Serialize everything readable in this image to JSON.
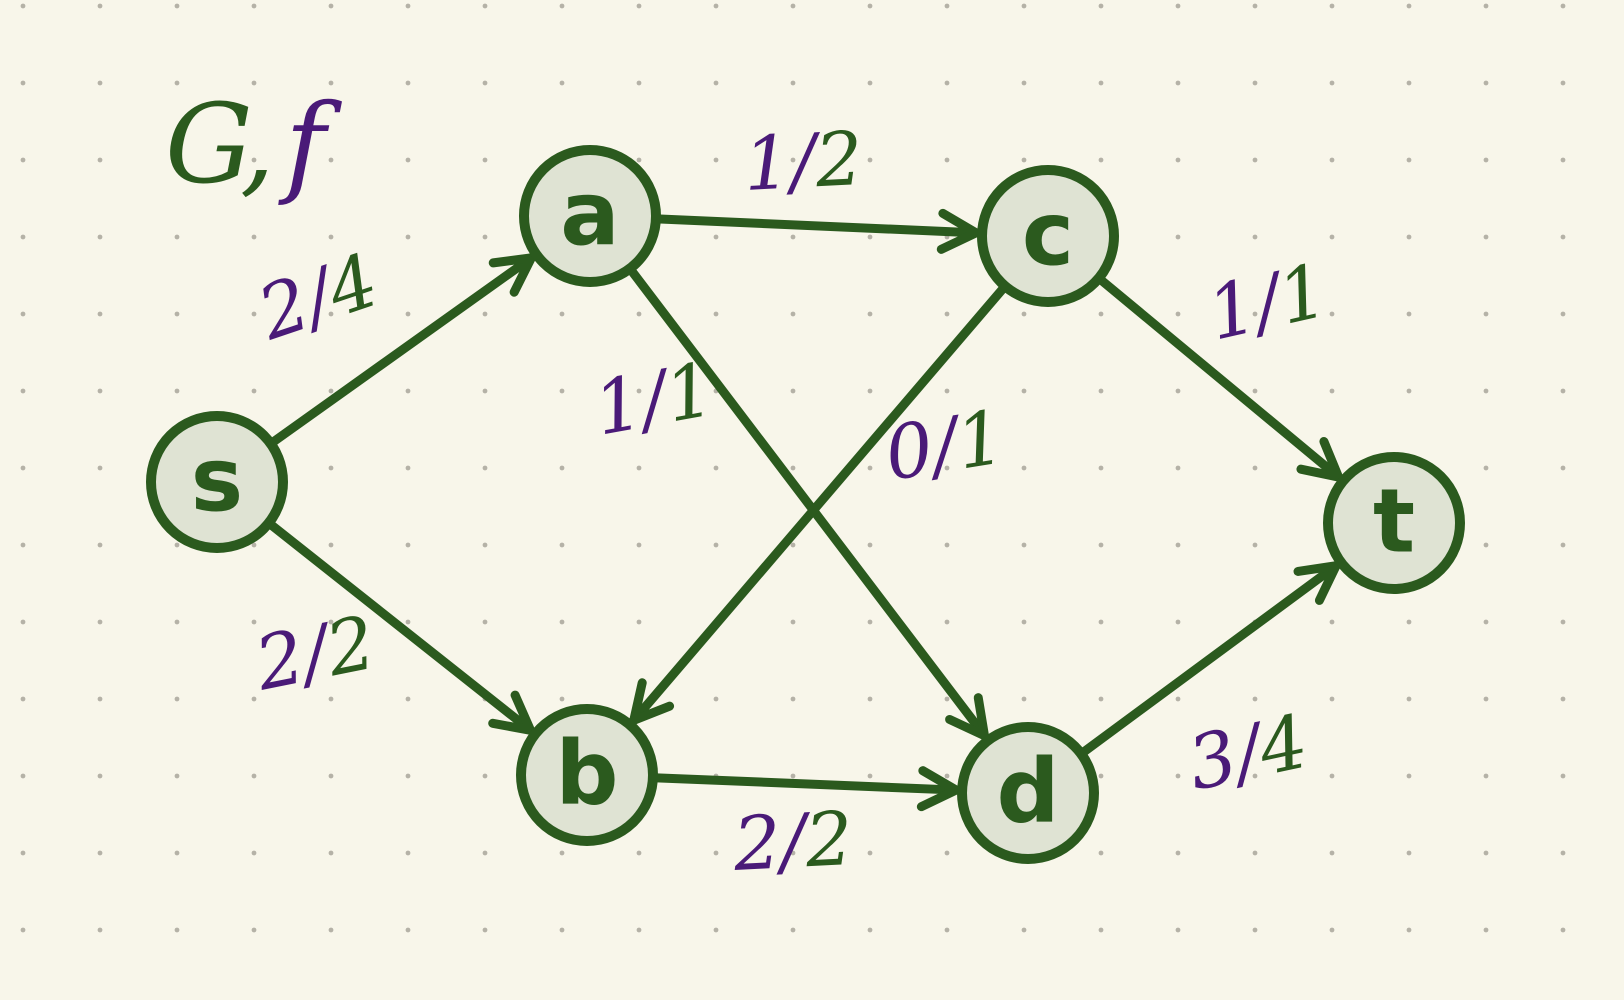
{
  "title": {
    "graph": "G",
    "separator": ",",
    "flow": "f"
  },
  "colors": {
    "background": "#f8f6ea",
    "edge": "#2b5a1e",
    "node_fill": "#dfe3d3",
    "flow_ink": "#4a1a78",
    "grid_dot": "#b5b2a7"
  },
  "nodes": [
    {
      "id": "s",
      "label": "s"
    },
    {
      "id": "a",
      "label": "a"
    },
    {
      "id": "b",
      "label": "b"
    },
    {
      "id": "c",
      "label": "c"
    },
    {
      "id": "d",
      "label": "d"
    },
    {
      "id": "t",
      "label": "t"
    }
  ],
  "edges": [
    {
      "id": "s-a",
      "from": "s",
      "to": "a",
      "flow": "2",
      "capacity": "4"
    },
    {
      "id": "s-b",
      "from": "s",
      "to": "b",
      "flow": "2",
      "capacity": "2"
    },
    {
      "id": "a-c",
      "from": "a",
      "to": "c",
      "flow": "1",
      "capacity": "2"
    },
    {
      "id": "a-d",
      "from": "a",
      "to": "d",
      "flow": "1",
      "capacity": "1"
    },
    {
      "id": "c-b",
      "from": "c",
      "to": "b",
      "flow": "0",
      "capacity": "1"
    },
    {
      "id": "b-d",
      "from": "b",
      "to": "d",
      "flow": "2",
      "capacity": "2"
    },
    {
      "id": "c-t",
      "from": "c",
      "to": "t",
      "flow": "1",
      "capacity": "1"
    },
    {
      "id": "d-t",
      "from": "d",
      "to": "t",
      "flow": "3",
      "capacity": "4"
    }
  ]
}
